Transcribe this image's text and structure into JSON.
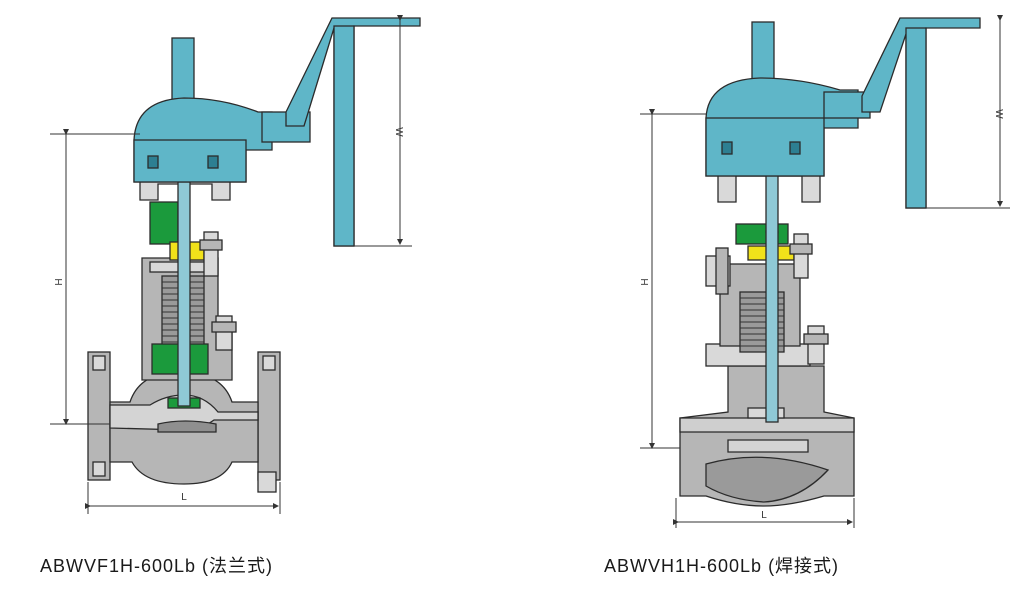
{
  "colors": {
    "actuator": "#5fb6c8",
    "body": "#b6b6b6",
    "packing": "#1b9a3c",
    "gland": "#f1e21a",
    "outline": "#2b2b2b",
    "background": "#ffffff"
  },
  "valves": [
    {
      "caption": "ABWVF1H-600Lb (法兰式)",
      "dims": {
        "width": "W",
        "height": "H",
        "length": "L"
      }
    },
    {
      "caption": "ABWVH1H-600Lb (焊接式)",
      "dims": {
        "width": "W",
        "height": "H",
        "length": "L"
      }
    }
  ]
}
